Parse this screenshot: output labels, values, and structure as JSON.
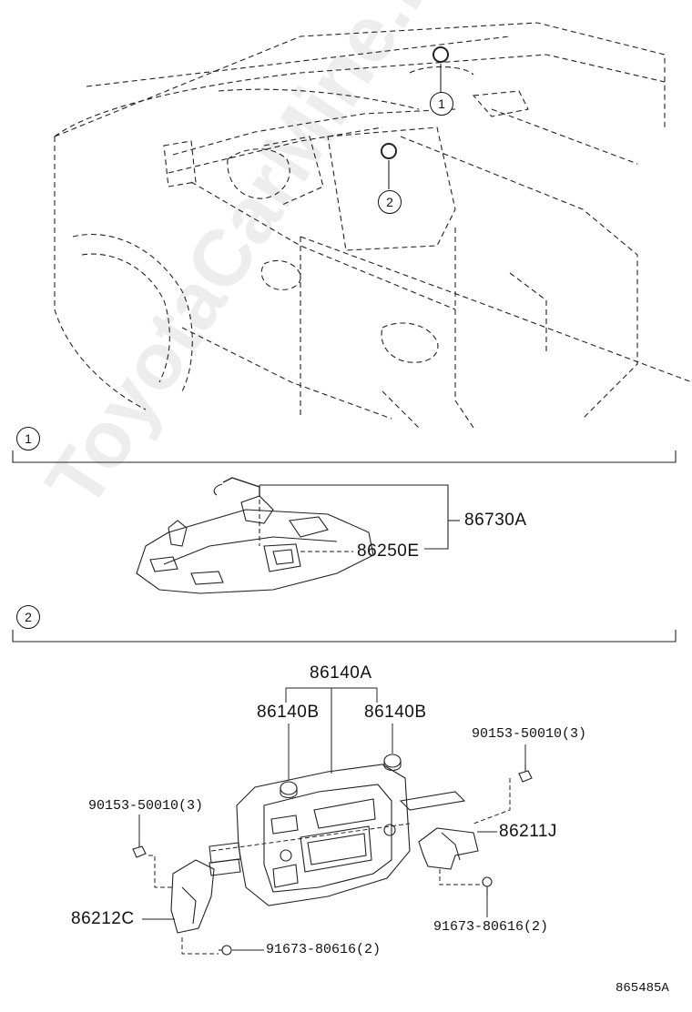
{
  "watermark": "ToyotaCarMine.ru",
  "figure_code": "865485A",
  "overview": {
    "callout_1": "1",
    "callout_2": "2"
  },
  "section_1": {
    "number": "1",
    "parts": {
      "assembly": "86730A",
      "component": "86250E"
    }
  },
  "section_2": {
    "number": "2",
    "parts": {
      "panel_assembly": "86140A",
      "knob_left": "86140B",
      "knob_right": "86140B",
      "screw_right": "90153-50010(3)",
      "screw_left": "90153-50010(3)",
      "bracket_right": "86211J",
      "bracket_left": "86212C",
      "bolt_right": "91673-80616(2)",
      "bolt_left": "91673-80616(2)"
    }
  }
}
